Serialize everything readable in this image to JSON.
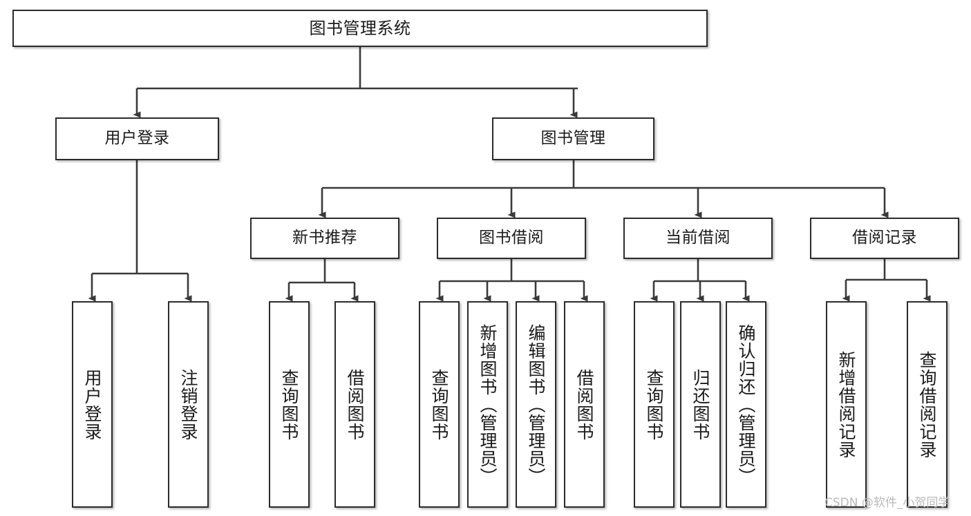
{
  "diagram": {
    "type": "tree-hierarchy-chart",
    "title": "图书管理系统",
    "watermark": "CSDN @软件_小贺同学",
    "colors": {
      "background": "#ffffff",
      "box_border": "#2b2b2b",
      "box_fill": "#ffffff",
      "connector": "#3a3a3a",
      "text": "#1a1a1a",
      "watermark": "#b9b9b9"
    },
    "root": {
      "label": "图书管理系统"
    },
    "level2": [
      {
        "label": "用户登录"
      },
      {
        "label": "图书管理"
      }
    ],
    "level3": [
      {
        "label": "新书推荐"
      },
      {
        "label": "图书借阅"
      },
      {
        "label": "当前借阅"
      },
      {
        "label": "借阅记录"
      }
    ],
    "leaves": {
      "user_login": [
        {
          "label": "用户登录"
        },
        {
          "label": "注销登录"
        }
      ],
      "new_book_recommend": [
        {
          "label": "查询图书"
        },
        {
          "label": "借阅图书"
        }
      ],
      "book_borrow": [
        {
          "label": "查询图书"
        },
        {
          "label": "新增图书（管理员）"
        },
        {
          "label": "编辑图书（管理员）"
        },
        {
          "label": "借阅图书"
        }
      ],
      "current_borrow": [
        {
          "label": "查询图书"
        },
        {
          "label": "归还图书"
        },
        {
          "label": "确认归还（管理员）"
        }
      ],
      "borrow_record": [
        {
          "label": "新增借阅记录"
        },
        {
          "label": "查询借阅记录"
        }
      ]
    }
  }
}
